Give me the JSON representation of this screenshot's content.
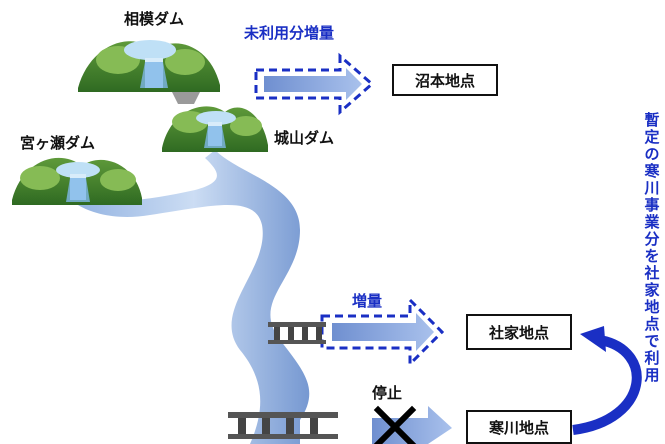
{
  "dams": {
    "sagami": "相模ダム",
    "miyagase": "宮ヶ瀬ダム",
    "shiroyama": "城山ダム"
  },
  "flows": {
    "unused_increase": "未利用分増量",
    "increase": "増量",
    "stop": "停止"
  },
  "points": {
    "numamoto": "沼本地点",
    "shake": "社家地点",
    "samukawa": "寒川地点"
  },
  "side_note": "暫定の寒川事業分を社家地点で利用"
}
